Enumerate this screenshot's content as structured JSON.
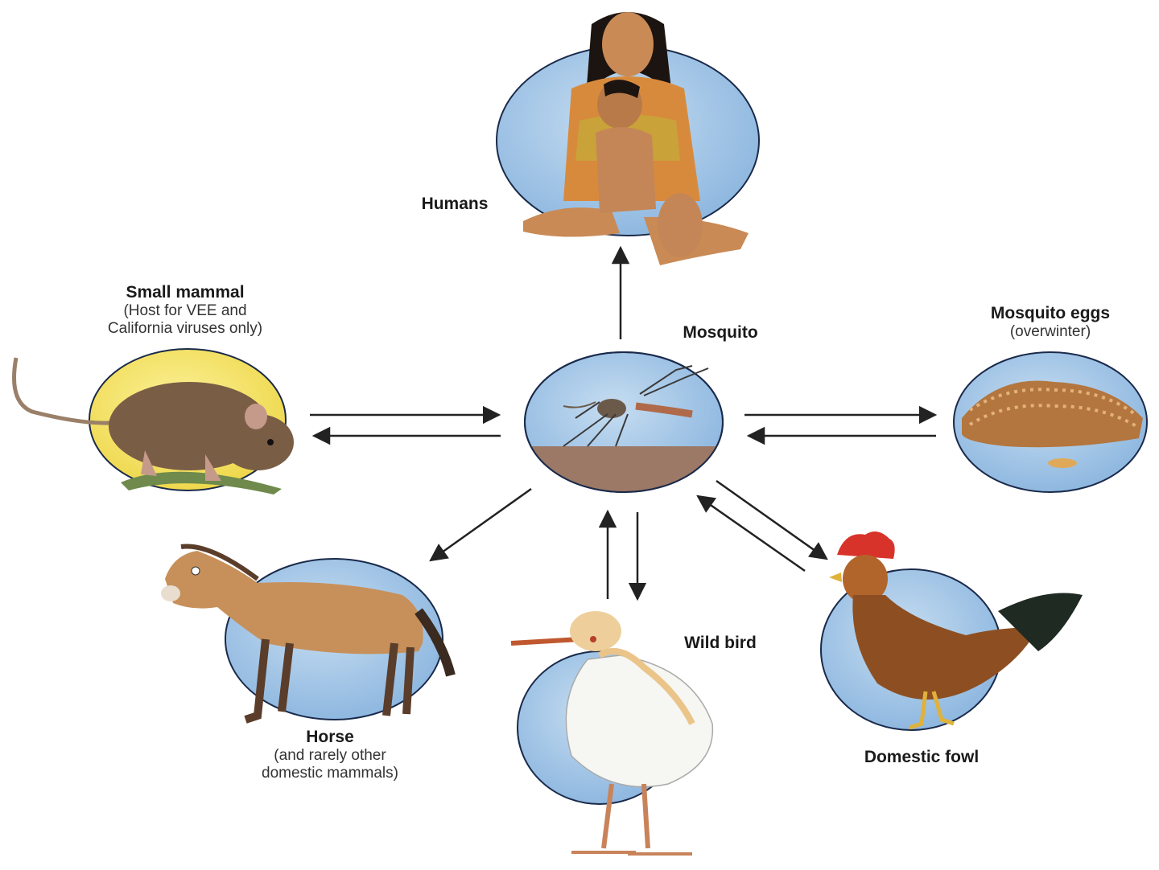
{
  "nodes": {
    "humans": {
      "title": "Humans",
      "subtitle": ""
    },
    "mosquito": {
      "title": "Mosquito",
      "subtitle": ""
    },
    "small_mammal": {
      "title": "Small mammal",
      "subtitle_line1": "(Host for VEE and",
      "subtitle_line2": "California viruses only)"
    },
    "mosquito_eggs": {
      "title": "Mosquito eggs",
      "subtitle": "(overwinter)"
    },
    "horse": {
      "title": "Horse",
      "subtitle_line1": "(and rarely other",
      "subtitle_line2": "domestic mammals)"
    },
    "wild_bird": {
      "title": "Wild bird",
      "subtitle": ""
    },
    "domestic_fowl": {
      "title": "Domestic fowl",
      "subtitle": ""
    }
  },
  "edges": [
    {
      "from": "mosquito",
      "to": "humans"
    },
    {
      "from": "small_mammal",
      "to": "mosquito"
    },
    {
      "from": "mosquito",
      "to": "small_mammal"
    },
    {
      "from": "mosquito",
      "to": "mosquito_eggs"
    },
    {
      "from": "mosquito_eggs",
      "to": "mosquito"
    },
    {
      "from": "mosquito",
      "to": "horse"
    },
    {
      "from": "wild_bird",
      "to": "mosquito"
    },
    {
      "from": "mosquito",
      "to": "wild_bird"
    },
    {
      "from": "mosquito",
      "to": "domestic_fowl"
    },
    {
      "from": "domestic_fowl",
      "to": "mosquito"
    }
  ],
  "colors": {
    "circle_blue": "#a9cbe8",
    "circle_yellow": "#f4e46a",
    "circle_stroke": "#1a2a4a",
    "arrow": "#222222"
  }
}
